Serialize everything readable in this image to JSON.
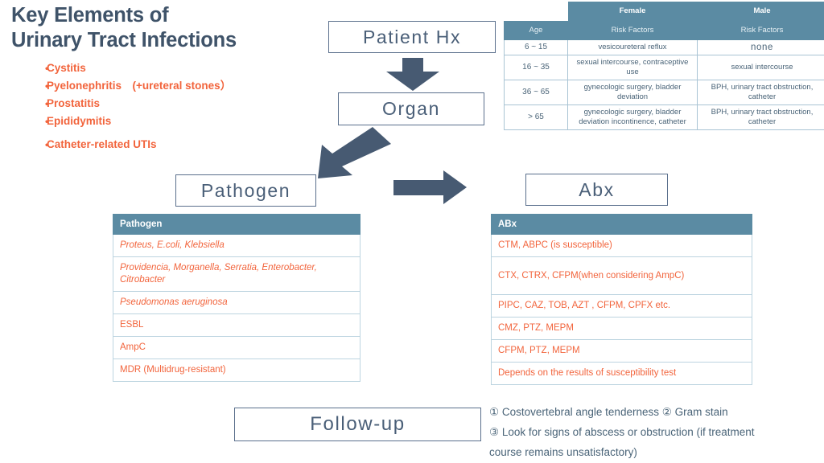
{
  "title": {
    "line1": "Key Elements of",
    "line2": "Urinary Tract Infections"
  },
  "bullets": [
    "Cystitis",
    "Pyelonephritis　(+ureteral stones）",
    "Prostatitis",
    "Epididymitis",
    "Catheter-related UTIs"
  ],
  "flow": {
    "patient_hx": "Patient Hx",
    "organ": "Organ",
    "pathogen": "Pathogen",
    "abx": "Abx",
    "followup": "Follow-up"
  },
  "risk_table": {
    "header": {
      "blank": "",
      "female": "Female",
      "male": "Male"
    },
    "subheader": {
      "age": "Age",
      "female": "Risk Factors",
      "male": "Risk Factors"
    },
    "rows": [
      {
        "age": "6 ~ 15",
        "female": "vesicoureteral reflux",
        "male": "none"
      },
      {
        "age": "16 ~ 35",
        "female": "sexual intercourse, contraceptive use",
        "male": "sexual intercourse"
      },
      {
        "age": "36 ~ 65",
        "female": "gynecologic surgery, bladder deviation",
        "male": "BPH, urinary tract obstruction, catheter"
      },
      {
        "age": "> 65",
        "female": "gynecologic surgery, bladder deviation incontinence, catheter",
        "male": "BPH, urinary tract obstruction, catheter"
      }
    ]
  },
  "pathogen_table": {
    "header": "Pathogen",
    "rows": [
      "Proteus, E.coli, Klebsiella",
      "Providencia, Morganella,  Serratia, Enterobacter,  Citrobacter",
      "Pseudomonas aeruginosa",
      "ESBL",
      "AmpC",
      "MDR (Multidrug-resistant)"
    ]
  },
  "abx_table": {
    "header": "ABx",
    "rows": [
      "CTM, ABPC (is susceptible)",
      "CTX, CTRX, CFPM(when considering AmpC)",
      "PIPC,  CAZ, TOB, AZT , CFPM, CPFX etc.",
      "CMZ, PTZ, MEPM",
      "CFPM, PTZ, MEPM",
      "Depends on the results of susceptibility test"
    ]
  },
  "footnotes": {
    "line1": "① Costovertebral  angle tenderness ② Gram stain",
    "line2": "③ Look for signs of abscess or obstruction  (if treatment",
    "line3": "course remains unsatisfactory)"
  },
  "colors": {
    "accent_orange": "#f2643c",
    "header_teal": "#5b8ba3",
    "slate": "#4a5f78",
    "arrow": "#475a72",
    "grid": "#bcd4e0"
  },
  "icons": {
    "arrow_down": "arrow-down-icon",
    "arrow_diagonal": "arrow-diagonal-down-left-icon",
    "arrow_right": "arrow-right-icon"
  }
}
